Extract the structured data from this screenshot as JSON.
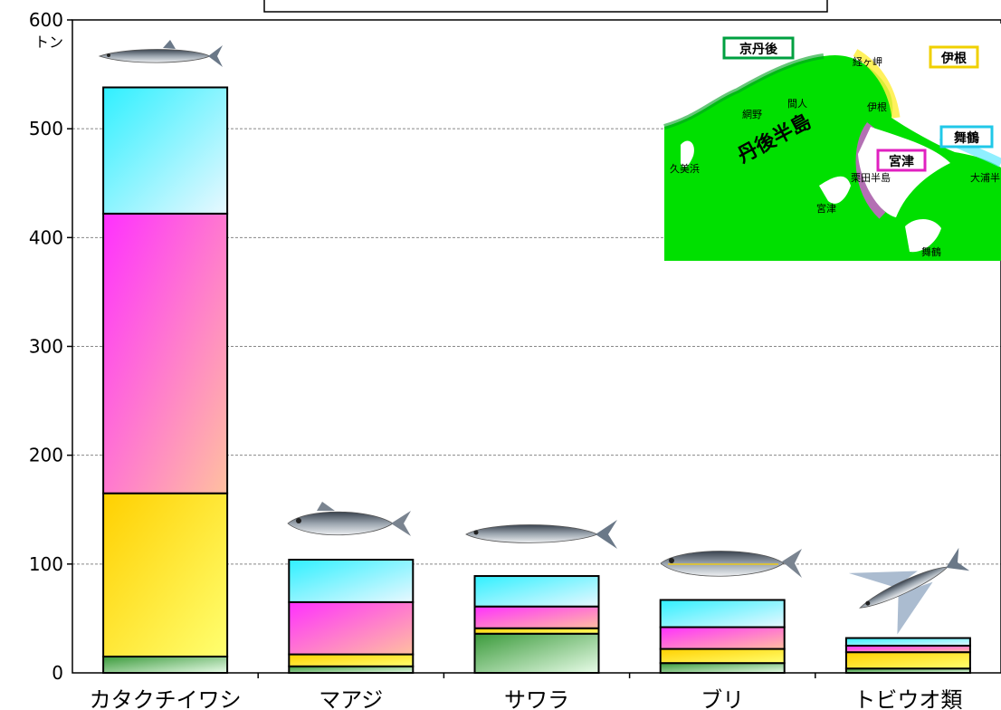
{
  "chart_data": {
    "type": "bar",
    "stacked": true,
    "unit_label": "トン",
    "categories": [
      "カタクチイワシ",
      "マアジ",
      "サワラ",
      "ブリ",
      "トビウオ類"
    ],
    "series": [
      {
        "name": "京丹後",
        "color": "#b8e8b8",
        "values": [
          15,
          6,
          36,
          9,
          4
        ]
      },
      {
        "name": "伊根",
        "color": "#ffe030",
        "values": [
          150,
          11,
          5,
          13,
          15
        ]
      },
      {
        "name": "宮津",
        "color": "#ff60ff",
        "values": [
          257,
          48,
          20,
          20,
          6
        ]
      },
      {
        "name": "舞鶴",
        "color": "#80f4ff",
        "values": [
          116,
          39,
          28,
          25,
          7
        ]
      }
    ],
    "ylim": [
      0,
      600
    ],
    "yticks": [
      0,
      100,
      200,
      300,
      400,
      500,
      600
    ],
    "grid": true
  },
  "map": {
    "region_labels": [
      "京丹後",
      "伊根",
      "宮津",
      "舞鶴"
    ],
    "region_colors": [
      "#00a040",
      "#f0d000",
      "#e020c0",
      "#20c8e8"
    ],
    "peninsula_label": "丹後半島",
    "place_labels": [
      "経ヶ岬",
      "間人",
      "網野",
      "伊根",
      "久美浜",
      "栗田半島",
      "宮津",
      "大浦半島",
      "舞鶴"
    ]
  },
  "title_box": {
    "text": ""
  }
}
